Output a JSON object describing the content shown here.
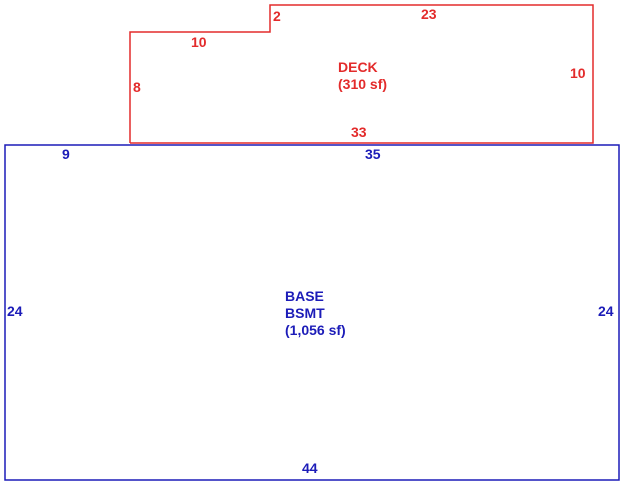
{
  "colors": {
    "deck": "#e32b2b",
    "base": "#1c1cb8",
    "background": "#ffffff"
  },
  "deck": {
    "name": "DECK",
    "area": "(310 sf)",
    "dimensions": {
      "left_lower": "8",
      "left_upper_run": "10",
      "step_rise": "2",
      "top": "23",
      "right": "10",
      "bottom": "33"
    }
  },
  "base": {
    "name_line1": "BASE",
    "name_line2": "BSMT",
    "area": "(1,056 sf)",
    "dimensions": {
      "top_left_segment": "9",
      "top_right_segment": "35",
      "left": "24",
      "right": "24",
      "bottom": "44"
    }
  }
}
